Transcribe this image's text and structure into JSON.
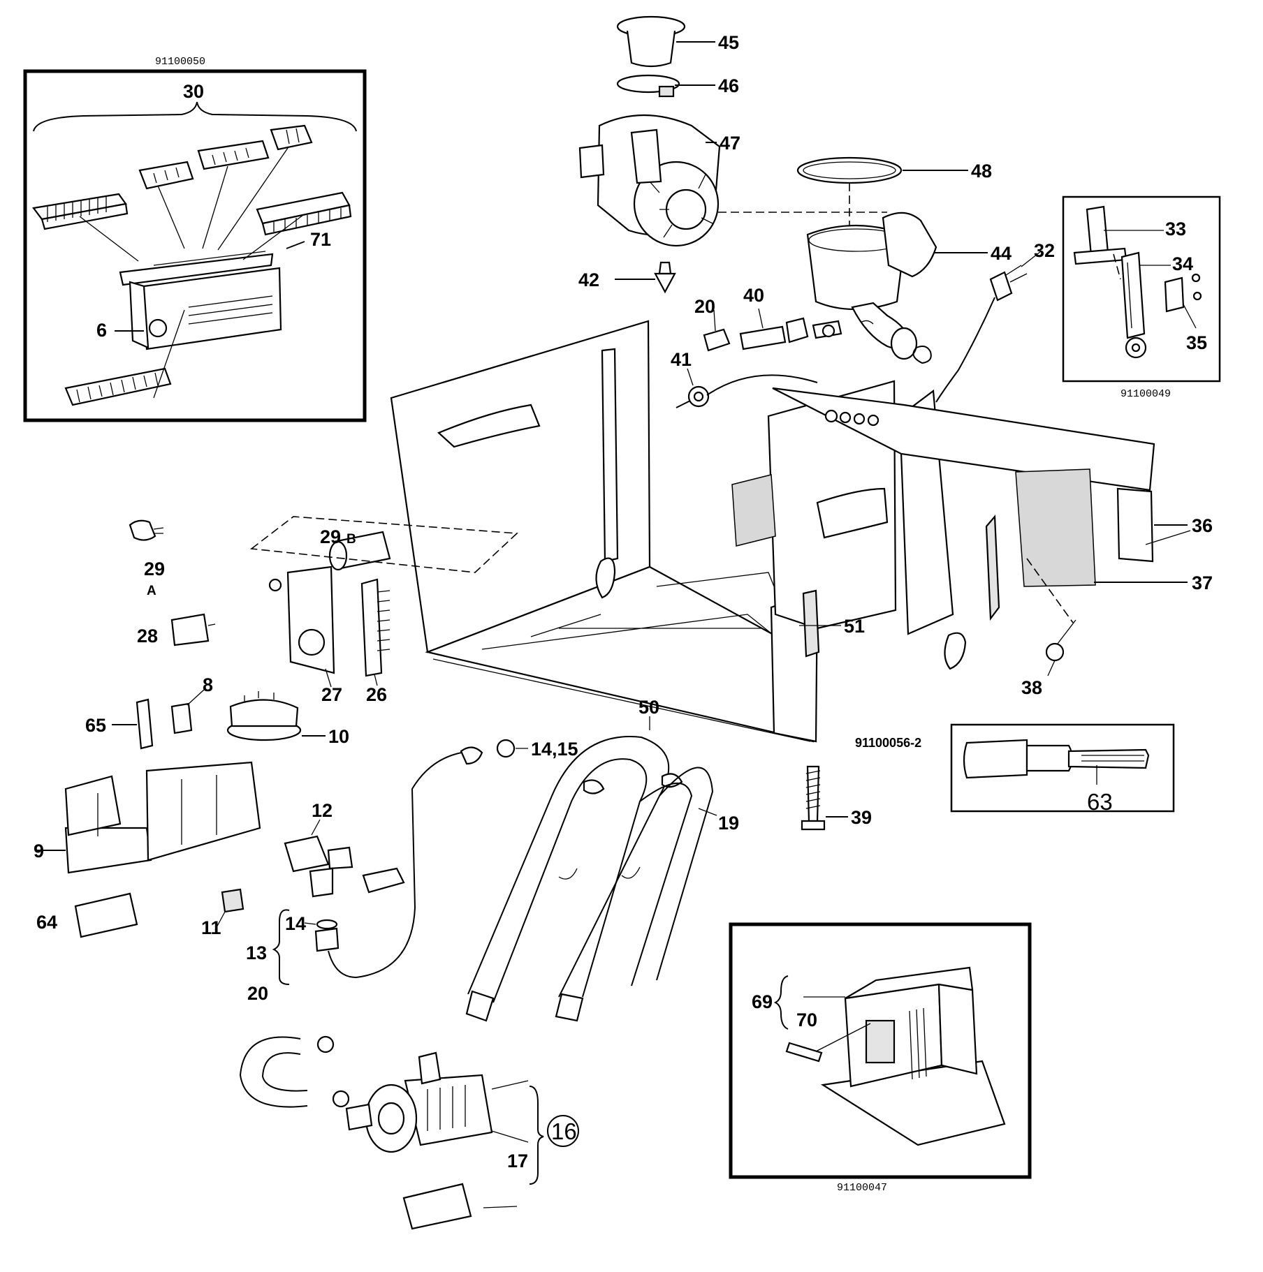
{
  "diagram": {
    "insets": {
      "module": {
        "ref_code": "91100050",
        "group_label": "30",
        "parts": [
          "6",
          "71"
        ]
      },
      "castor": {
        "ref_code": "91100049",
        "parts": [
          "33",
          "34",
          "35"
        ]
      },
      "tool": {
        "part": "63"
      },
      "transformer": {
        "ref_code": "91100047",
        "parts": [
          "69",
          "70"
        ]
      }
    },
    "main_ref_code": "91100056-2",
    "part_labels": {
      "p45": "45",
      "p46": "46",
      "p47": "47",
      "p48": "48",
      "p44": "44",
      "p42": "42",
      "p32": "32",
      "p20a": "20",
      "p40": "40",
      "p41": "41",
      "p36": "36",
      "p37": "37",
      "p38": "38",
      "p51": "51",
      "p39": "39",
      "p29b": "29",
      "p29b_suffix": "B",
      "p29a": "29",
      "p29a_suffix": "A",
      "p28": "28",
      "p27": "27",
      "p26": "26",
      "p8": "8",
      "p65": "65",
      "p10": "10",
      "p50": "50",
      "p14_15": "14,15",
      "p19": "19",
      "p12": "12",
      "p9": "9",
      "p64": "64",
      "p11": "11",
      "p14": "14",
      "p13": "13",
      "p20b": "20",
      "p16": "16",
      "p17": "17"
    }
  }
}
